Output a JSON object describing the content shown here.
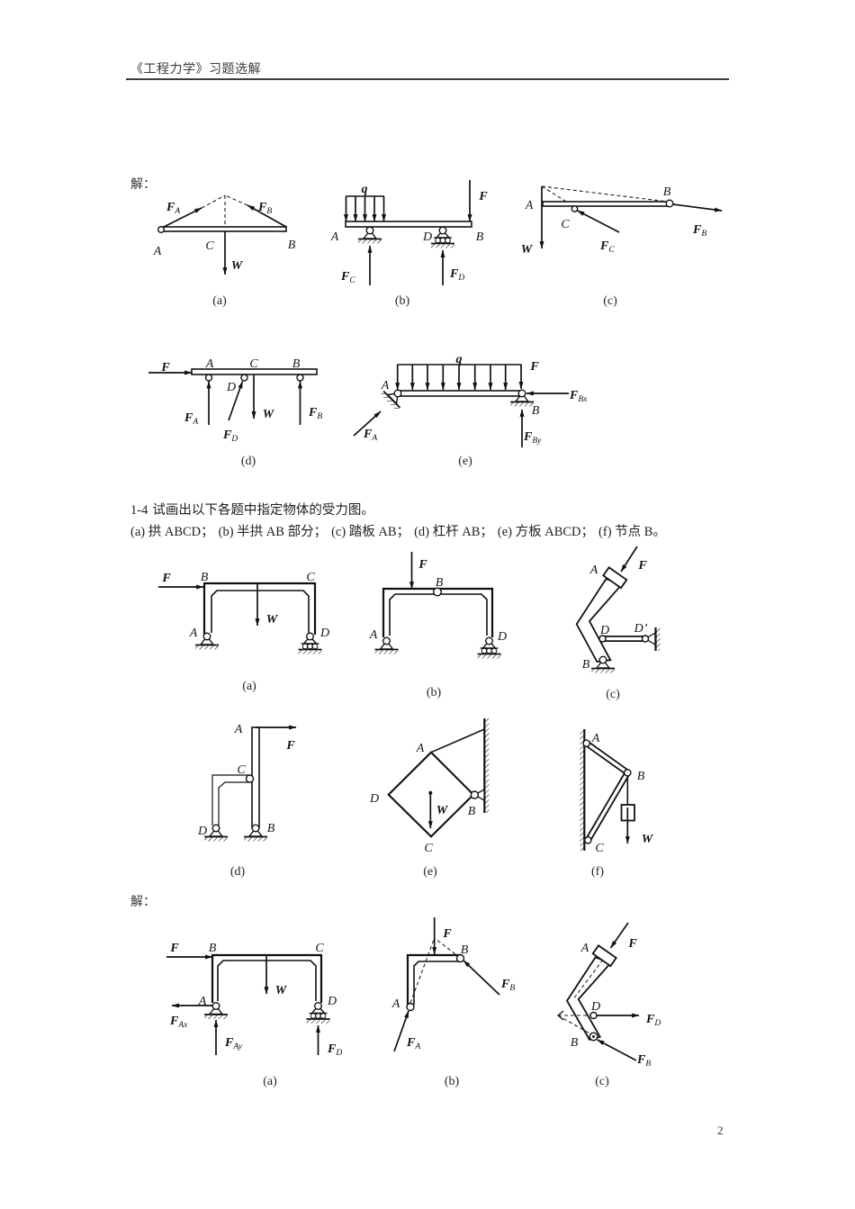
{
  "header": {
    "title": "《工程力学》习题选解"
  },
  "solution_prev": {
    "label": "解：",
    "fig_a": {
      "caption": "(a)",
      "A": "A",
      "B": "B",
      "C": "C",
      "W": "W",
      "F_A": {
        "m": "F",
        "s": "A"
      },
      "F_B": {
        "m": "F",
        "s": "B"
      }
    },
    "fig_b": {
      "caption": "(b)",
      "q": "q",
      "F": "F",
      "A": "A",
      "B": "B",
      "D": "D",
      "F_C": {
        "m": "F",
        "s": "C"
      },
      "F_D": {
        "m": "F",
        "s": "D"
      }
    },
    "fig_c": {
      "caption": "(c)",
      "A": "A",
      "B": "B",
      "C": "C",
      "W": "W",
      "F_B": {
        "m": "F",
        "s": "B"
      },
      "F_C": {
        "m": "F",
        "s": "C"
      }
    },
    "fig_d": {
      "caption": "(d)",
      "F": "F",
      "A": "A",
      "B": "B",
      "C": "C",
      "D": "D",
      "W": "W",
      "F_A": {
        "m": "F",
        "s": "A"
      },
      "F_B": {
        "m": "F",
        "s": "B"
      },
      "F_D": {
        "m": "F",
        "s": "D"
      }
    },
    "fig_e": {
      "caption": "(e)",
      "q": "q",
      "F": "F",
      "A": "A",
      "B": "B",
      "F_A": {
        "m": "F",
        "s": "A"
      },
      "F_Bx": {
        "m": "F",
        "s": "Bx"
      },
      "F_By": {
        "m": "F",
        "s": "By"
      }
    }
  },
  "problem_1_4": {
    "number": "1-4",
    "statement": "试画出以下各题中指定物体的受力图。",
    "parts": [
      "(a) 拱 ABCD；",
      "(b) 半拱 AB 部分；",
      "(c) 踏板 AB；",
      "(d) 杠杆 AB；",
      "(e) 方板 ABCD；",
      "(f) 节点 B。"
    ],
    "fig_a": {
      "caption": "(a)",
      "F": "F",
      "A": "A",
      "B": "B",
      "C": "C",
      "D": "D",
      "W": "W"
    },
    "fig_b": {
      "caption": "(b)",
      "F": "F",
      "A": "A",
      "B": "B",
      "D": "D"
    },
    "fig_c": {
      "caption": "(c)",
      "F": "F",
      "A": "A",
      "B": "B",
      "D": "D",
      "D_prime": "D’"
    },
    "fig_d": {
      "caption": "(d)",
      "F": "F",
      "A": "A",
      "B": "B",
      "C": "C",
      "D": "D"
    },
    "fig_e": {
      "caption": "(e)",
      "A": "A",
      "B": "B",
      "C": "C",
      "D": "D",
      "W": "W"
    },
    "fig_f": {
      "caption": "(f)",
      "A": "A",
      "B": "B",
      "C": "C",
      "W": "W"
    }
  },
  "solution_1_4": {
    "label": "解：",
    "fig_a": {
      "caption": "(a)",
      "F": "F",
      "A": "A",
      "B": "B",
      "C": "C",
      "D": "D",
      "W": "W",
      "F_Ax": {
        "m": "F",
        "s": "Ax"
      },
      "F_Ay": {
        "m": "F",
        "s": "Ay"
      },
      "F_D": {
        "m": "F",
        "s": "D"
      }
    },
    "fig_b": {
      "caption": "(b)",
      "F": "F",
      "A": "A",
      "B": "B",
      "F_A": {
        "m": "F",
        "s": "A"
      },
      "F_B": {
        "m": "F",
        "s": "B"
      }
    },
    "fig_c": {
      "caption": "(c)",
      "F": "F",
      "A": "A",
      "B": "B",
      "D": "D",
      "F_B": {
        "m": "F",
        "s": "B"
      },
      "F_D": {
        "m": "F",
        "s": "D"
      }
    }
  },
  "page_number": "2"
}
